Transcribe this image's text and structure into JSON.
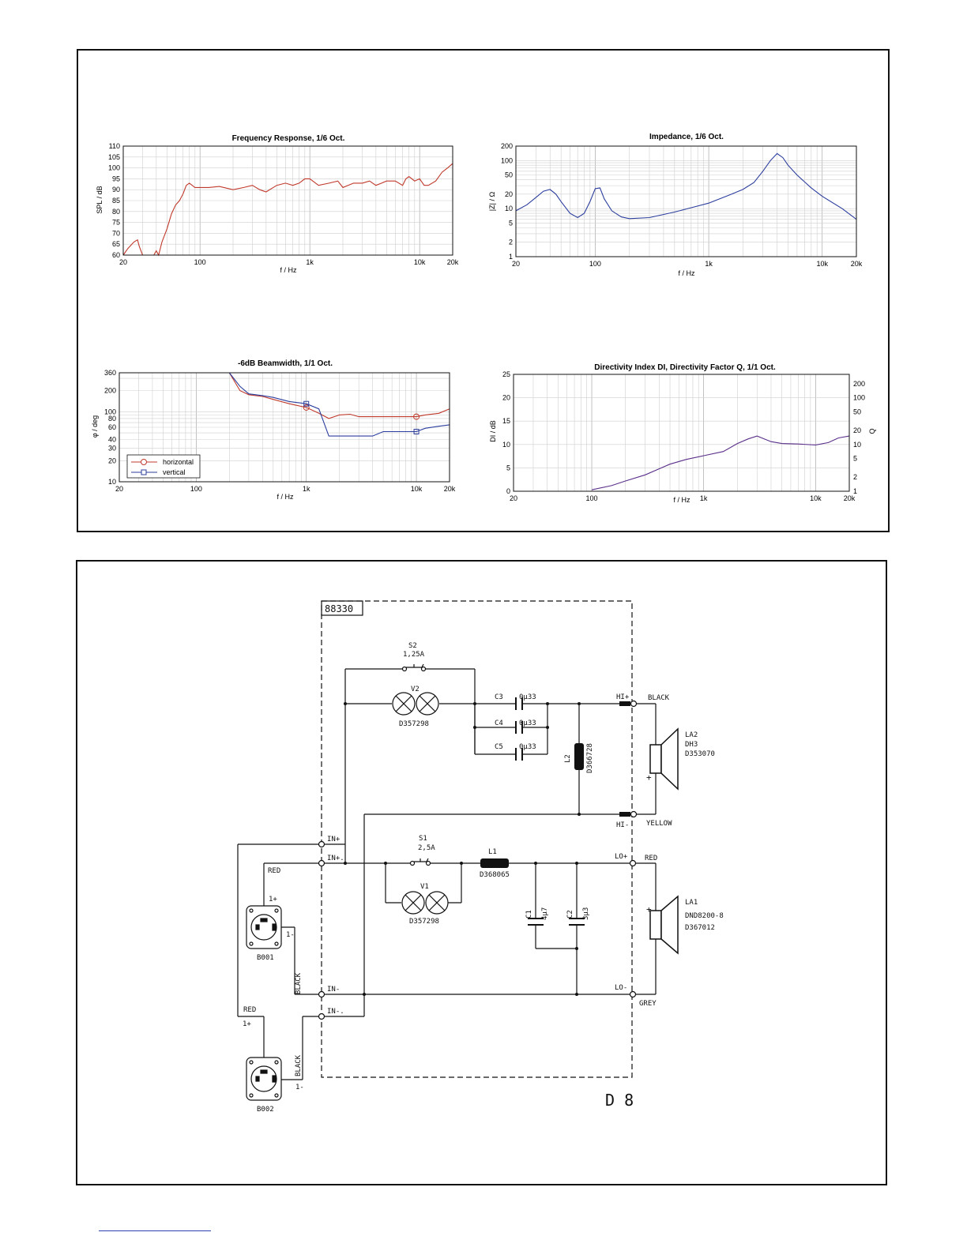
{
  "colors": {
    "red": "#c0392b",
    "blue": "#2c3e9e",
    "grid": "#c8c8c8",
    "ink": "#111111"
  },
  "chart_data": [
    {
      "type": "line",
      "title": "Frequency Response, 1/6 Oct.",
      "xlabel": "f / Hz",
      "ylabel": "SPL / dB",
      "xscale": "log",
      "xlim": [
        20,
        20000
      ],
      "ylim": [
        60,
        110
      ],
      "xticks": [
        20,
        100,
        1000,
        10000,
        20000
      ],
      "xtick_labels": [
        "20",
        "100",
        "1k",
        "10k",
        "20k"
      ],
      "yticks": [
        60,
        65,
        70,
        75,
        80,
        85,
        90,
        95,
        100,
        105,
        110
      ],
      "grid": true,
      "series": [
        {
          "color": "#c0392b",
          "x": [
            20,
            22,
            25,
            27,
            28,
            30,
            38,
            40,
            42,
            45,
            50,
            55,
            60,
            65,
            70,
            75,
            80,
            90,
            100,
            120,
            150,
            200,
            250,
            300,
            350,
            400,
            500,
            600,
            700,
            800,
            900,
            1000,
            1200,
            1500,
            1800,
            2000,
            2500,
            3000,
            3500,
            4000,
            4500,
            5000,
            6000,
            7000,
            7500,
            8000,
            9000,
            10000,
            11000,
            12000,
            14000,
            16000,
            18000,
            20000
          ],
          "y": [
            60,
            63,
            66,
            67,
            64,
            60,
            60,
            62,
            60,
            66,
            72,
            79,
            83,
            85,
            88,
            92,
            93,
            91,
            91,
            91,
            91.5,
            90,
            91,
            92,
            90,
            89,
            92,
            93,
            92,
            93,
            95,
            95,
            92,
            93,
            94,
            91,
            93,
            93,
            94,
            92,
            93,
            94,
            94,
            92,
            95,
            96,
            94,
            95,
            92,
            92,
            94,
            98,
            100,
            102
          ]
        }
      ]
    },
    {
      "type": "line",
      "title": "Impedance, 1/6 Oct.",
      "xlabel": "f / Hz",
      "ylabel": "|Z| / Ω",
      "xscale": "log",
      "yscale": "log",
      "xlim": [
        20,
        20000
      ],
      "ylim": [
        1,
        200
      ],
      "xticks": [
        20,
        100,
        1000,
        10000,
        20000
      ],
      "xtick_labels": [
        "20",
        "100",
        "1k",
        "10k",
        "20k"
      ],
      "yticks": [
        1,
        2,
        5,
        10,
        20,
        50,
        100,
        200
      ],
      "grid": true,
      "series": [
        {
          "color": "#2c3e9e",
          "x": [
            20,
            25,
            30,
            35,
            40,
            45,
            50,
            60,
            70,
            80,
            90,
            100,
            110,
            120,
            140,
            170,
            200,
            300,
            500,
            1000,
            1500,
            2000,
            2500,
            3000,
            3500,
            4000,
            4500,
            5000,
            6000,
            8000,
            10000,
            15000,
            20000
          ],
          "y": [
            9,
            12,
            17,
            23,
            25,
            20,
            14,
            8,
            6.5,
            8,
            14,
            26,
            27,
            16,
            9,
            6.7,
            6.2,
            6.5,
            8.5,
            13,
            19,
            25,
            35,
            60,
            100,
            140,
            115,
            80,
            50,
            27,
            18,
            10,
            6
          ]
        }
      ]
    },
    {
      "type": "line",
      "title": "-6dB Beamwidth, 1/1 Oct.",
      "xlabel": "f / Hz",
      "ylabel": "φ / deg",
      "xscale": "log",
      "yscale": "log",
      "xlim": [
        20,
        20000
      ],
      "ylim": [
        10,
        360
      ],
      "xticks": [
        20,
        100,
        1000,
        10000,
        20000
      ],
      "xtick_labels": [
        "20",
        "100",
        "1k",
        "10k",
        "20k"
      ],
      "yticks": [
        10,
        20,
        30,
        40,
        60,
        80,
        100,
        200,
        360
      ],
      "grid": true,
      "legend": "bottom-left",
      "series": [
        {
          "name": "horizontal",
          "color": "#c0392b",
          "marker": "circle",
          "x": [
            200,
            250,
            300,
            400,
            500,
            700,
            1000,
            1300,
            1600,
            2000,
            2500,
            3000,
            4000,
            5000,
            6000,
            8000,
            10000,
            12000,
            16000,
            20000
          ],
          "y": [
            360,
            200,
            175,
            165,
            150,
            130,
            115,
            95,
            80,
            90,
            92,
            85,
            85,
            85,
            85,
            85,
            85,
            90,
            95,
            110
          ]
        },
        {
          "name": "vertical",
          "color": "#2c3e9e",
          "marker": "square",
          "x": [
            200,
            250,
            300,
            400,
            500,
            700,
            1000,
            1300,
            1600,
            2000,
            2500,
            3000,
            4000,
            5000,
            6000,
            8000,
            10000,
            12000,
            16000,
            20000
          ],
          "y": [
            360,
            230,
            180,
            170,
            160,
            140,
            130,
            110,
            45,
            45,
            45,
            45,
            45,
            52,
            52,
            52,
            52,
            58,
            62,
            65
          ]
        }
      ]
    },
    {
      "type": "line",
      "title": "Directivity Index DI, Directivity Factor Q, 1/1 Oct.",
      "xlabel": "f / Hz",
      "ylabel": "DI / dB",
      "y2label": "Q",
      "xscale": "log",
      "xlim": [
        20,
        20000
      ],
      "ylim": [
        0,
        25
      ],
      "xticks": [
        20,
        100,
        1000,
        10000,
        20000
      ],
      "xtick_labels": [
        "20",
        "100",
        "1k",
        "10k",
        "20k"
      ],
      "yticks": [
        0,
        5,
        10,
        15,
        20,
        25
      ],
      "y2ticks": [
        1,
        2,
        5,
        10,
        20,
        50,
        100,
        200
      ],
      "grid": true,
      "series": [
        {
          "color": "#5a2f8a",
          "x": [
            100,
            150,
            200,
            300,
            400,
            500,
            700,
            1000,
            1500,
            2000,
            2500,
            3000,
            4000,
            5000,
            7000,
            10000,
            13000,
            16000,
            20000
          ],
          "y": [
            0.3,
            1.2,
            2.2,
            3.5,
            4.8,
            5.8,
            6.8,
            7.6,
            8.5,
            10.2,
            11.2,
            11.8,
            10.6,
            10.2,
            10.1,
            9.9,
            10.4,
            11.4,
            11.8
          ]
        }
      ]
    }
  ],
  "schematic": {
    "model": "88330",
    "page_code": "D 8",
    "s2": {
      "name": "S2",
      "rating": "1,25A"
    },
    "v2": {
      "name": "V2",
      "part": "D357298"
    },
    "c3": {
      "name": "C3",
      "value": "0μ33"
    },
    "c4": {
      "name": "C4",
      "value": "0μ33"
    },
    "c5": {
      "name": "C5",
      "value": "0μ33"
    },
    "l2": {
      "name": "L2",
      "part": "D366728"
    },
    "hi_plus": "HI+",
    "hi_minus": "HI-",
    "black": "BLACK",
    "yellow": "YELLOW",
    "la2": {
      "name": "LA2",
      "model": "DH3",
      "part": "D353070"
    },
    "in_plus": "IN+",
    "in_plus2": "IN+.",
    "in_minus": "IN-",
    "in_minus2": "IN-.",
    "s1": {
      "name": "S1",
      "rating": "2,5A"
    },
    "l1": {
      "name": "L1",
      "part": "D368065"
    },
    "v1": {
      "name": "V1",
      "part": "D357298"
    },
    "c1": {
      "name": "C1",
      "value": "4μ7"
    },
    "c2": {
      "name": "C2",
      "value": "3μ3"
    },
    "lo_plus": "LO+",
    "lo_minus": "LO-",
    "red": "RED",
    "grey": "GREY",
    "la1": {
      "name": "LA1",
      "model": "DND8200-8",
      "part": "D367012"
    },
    "b001": "B001",
    "b002": "B002",
    "one_plus": "1+",
    "one_minus": "1-",
    "plus": "+"
  }
}
